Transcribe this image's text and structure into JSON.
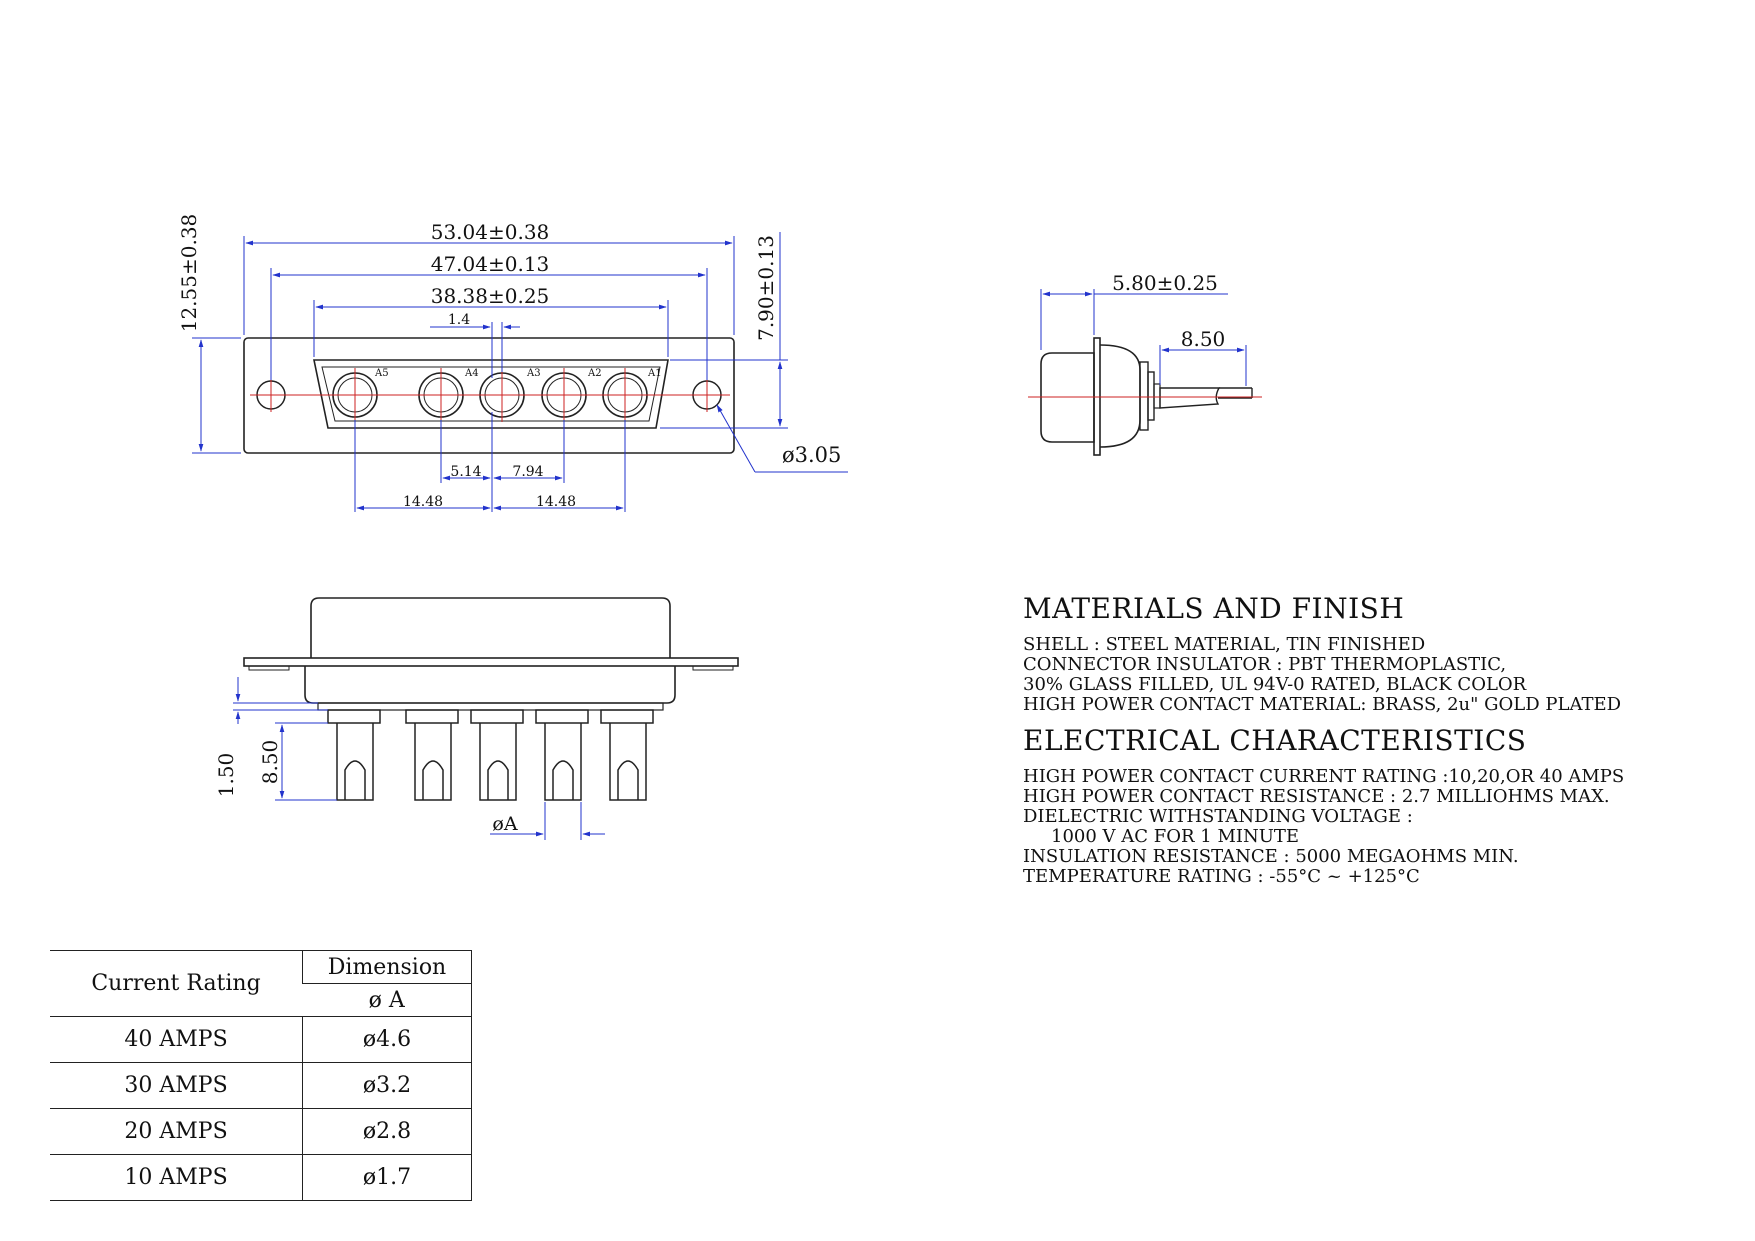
{
  "front_view": {
    "dim_overall": "53.04±0.38",
    "dim_hole_pitch": "47.04±0.13",
    "dim_shell": "38.38±0.25",
    "dim_small": "1.4",
    "dim_height": "12.55±0.38",
    "dim_shell_height": "7.90±0.13",
    "dim_hole_dia": "ø3.05",
    "dim_pitch_a": "5.14",
    "dim_pitch_b": "7.94",
    "dim_pitch_left": "14.48",
    "dim_pitch_right": "14.48",
    "contacts": [
      "A5",
      "A4",
      "A3",
      "A2",
      "A1"
    ]
  },
  "side_view": {
    "dim_depth": "5.80±0.25",
    "dim_pin": "8.50"
  },
  "bottom_view": {
    "dim_tail": "1.50",
    "dim_pin_length": "8.50",
    "dim_pin_dia": "øA"
  },
  "materials": {
    "heading": "MATERIALS  AND  FINISH",
    "lines": [
      "SHELL : STEEL MATERIAL, TIN FINISHED",
      "CONNECTOR INSULATOR : PBT THERMOPLASTIC,",
      "30% GLASS FILLED, UL 94V-0 RATED, BLACK COLOR",
      "HIGH POWER CONTACT MATERIAL: BRASS, 2u\" GOLD PLATED"
    ]
  },
  "electrical": {
    "heading": "ELECTRICAL  CHARACTERISTICS",
    "lines": [
      "HIGH POWER CONTACT CURRENT RATING :10,20,OR 40 AMPS",
      "HIGH POWER CONTACT RESISTANCE : 2.7 MILLIOHMS MAX.",
      "DIELECTRIC WITHSTANDING VOLTAGE :",
      "1000 V AC FOR 1 MINUTE",
      "INSULATION RESISTANCE : 5000 MEGAOHMS MIN.",
      "TEMPERATURE RATING : -55°C ~ +125°C"
    ]
  },
  "rating_table": {
    "col1_header": "Current  Rating",
    "col2_header": "Dimension",
    "col2_subheader": "ø  A",
    "rows": [
      {
        "rating": "40  AMPS",
        "dim": "ø4.6"
      },
      {
        "rating": "30  AMPS",
        "dim": "ø3.2"
      },
      {
        "rating": "20  AMPS",
        "dim": "ø2.8"
      },
      {
        "rating": "10  AMPS",
        "dim": "ø1.7"
      }
    ]
  },
  "colors": {
    "outline": "#222222",
    "dimension": "#2233cc",
    "centerline": "#cc2222"
  }
}
